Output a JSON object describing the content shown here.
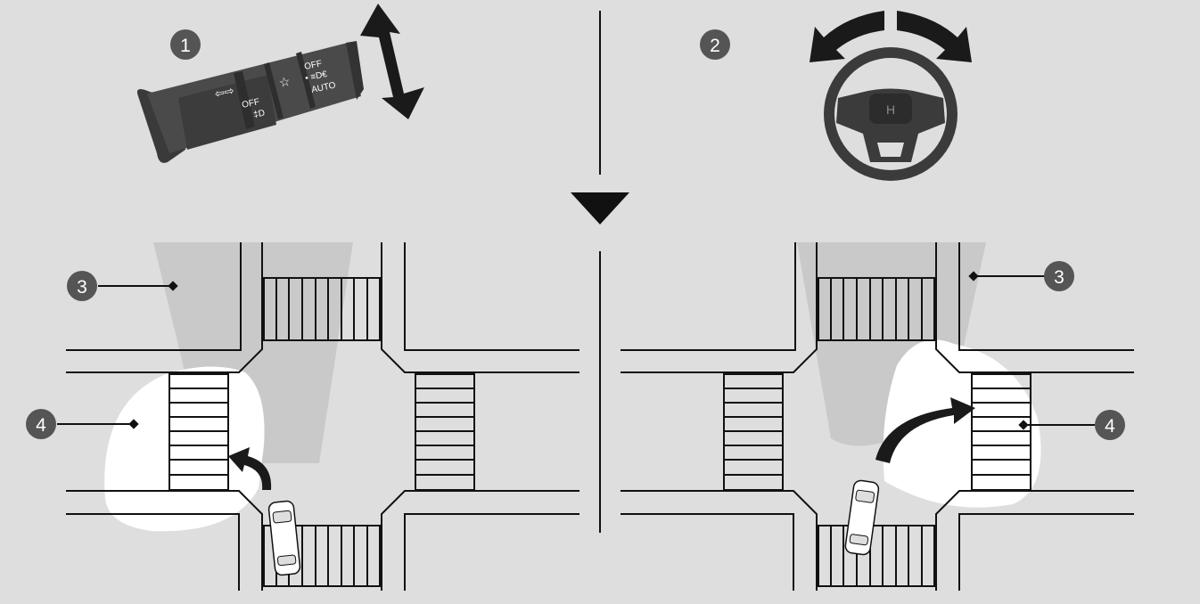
{
  "colors": {
    "background": "#dedede",
    "road_line": "#111111",
    "beam_shade": "#c9c9c9",
    "cornering_light": "#ffffff",
    "badge": "#555555",
    "badge_text": "#ffffff",
    "arrow": "#1a1a1a"
  },
  "steps": {
    "step1": "1",
    "step2": "2"
  },
  "callouts": {
    "headlight_beam": "3",
    "cornering_light": "4"
  },
  "stalk": {
    "light_off": "OFF",
    "parking": "• ≡D€",
    "auto": "AUTO",
    "fog_off": "OFF",
    "fog_symbol": "‡D",
    "turn_arrows": "⇦⇨",
    "sun_icon": "☆"
  },
  "icons": {
    "lever_arrow": "up-down-arrow-icon",
    "steering_arrow": "rotate-left-right-arrow-icon",
    "transition": "down-triangle-icon",
    "turn_arrow": "turn-arrow-icon",
    "car": "car-icon"
  }
}
